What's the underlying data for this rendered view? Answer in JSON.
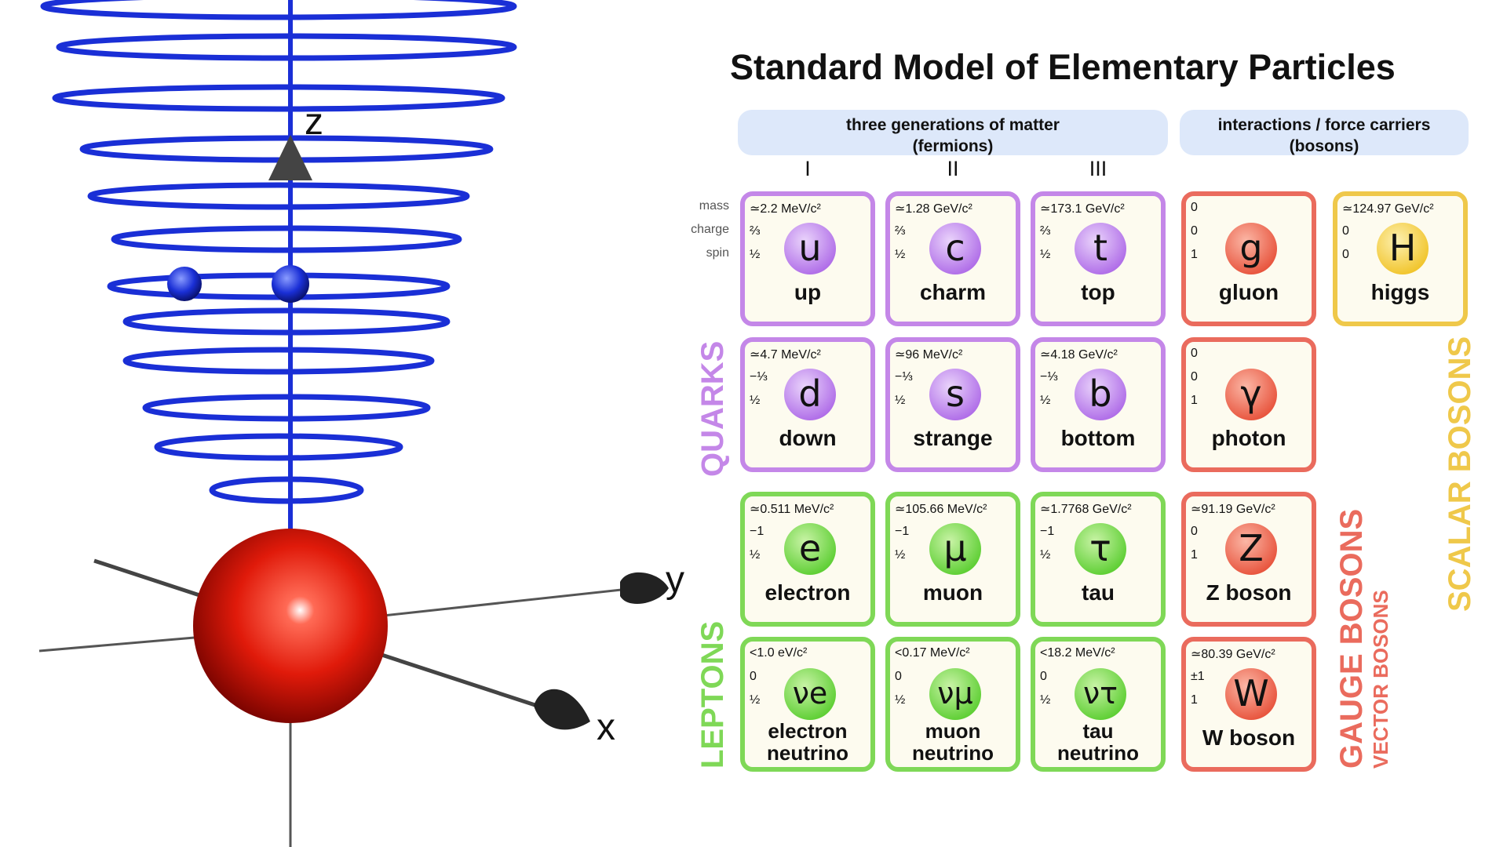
{
  "scene": {
    "axis_labels": {
      "z": "z",
      "y": "y",
      "x": "x"
    }
  },
  "title": "Standard Model of Elementary Particles",
  "headers": {
    "fermions": "three generations of matter\n(fermions)",
    "bosons": "interactions / force carriers\n(bosons)",
    "generations": [
      "I",
      "II",
      "III"
    ],
    "property_labels": [
      "mass",
      "charge",
      "spin"
    ]
  },
  "particles": [
    {
      "id": "up",
      "mass": "≃2.2 MeV/c²",
      "charge": "⅔",
      "spin": "½",
      "symbol": "u",
      "name": "up",
      "group": "quark"
    },
    {
      "id": "charm",
      "mass": "≃1.28 GeV/c²",
      "charge": "⅔",
      "spin": "½",
      "symbol": "c",
      "name": "charm",
      "group": "quark"
    },
    {
      "id": "top",
      "mass": "≃173.1 GeV/c²",
      "charge": "⅔",
      "spin": "½",
      "symbol": "t",
      "name": "top",
      "group": "quark"
    },
    {
      "id": "gluon",
      "mass": "0",
      "charge": "0",
      "spin": "1",
      "symbol": "g",
      "name": "gluon",
      "group": "gauge"
    },
    {
      "id": "higgs",
      "mass": "≃124.97 GeV/c²",
      "charge": "0",
      "spin": "0",
      "symbol": "H",
      "name": "higgs",
      "group": "scalar"
    },
    {
      "id": "down",
      "mass": "≃4.7 MeV/c²",
      "charge": "−⅓",
      "spin": "½",
      "symbol": "d",
      "name": "down",
      "group": "quark"
    },
    {
      "id": "strange",
      "mass": "≃96 MeV/c²",
      "charge": "−⅓",
      "spin": "½",
      "symbol": "s",
      "name": "strange",
      "group": "quark"
    },
    {
      "id": "bottom",
      "mass": "≃4.18 GeV/c²",
      "charge": "−⅓",
      "spin": "½",
      "symbol": "b",
      "name": "bottom",
      "group": "quark"
    },
    {
      "id": "photon",
      "mass": "0",
      "charge": "0",
      "spin": "1",
      "symbol": "γ",
      "name": "photon",
      "group": "gauge"
    },
    {
      "id": "electron",
      "mass": "≃0.511 MeV/c²",
      "charge": "−1",
      "spin": "½",
      "symbol": "e",
      "name": "electron",
      "group": "lepton"
    },
    {
      "id": "muon",
      "mass": "≃105.66 MeV/c²",
      "charge": "−1",
      "spin": "½",
      "symbol": "μ",
      "name": "muon",
      "group": "lepton"
    },
    {
      "id": "tau",
      "mass": "≃1.7768 GeV/c²",
      "charge": "−1",
      "spin": "½",
      "symbol": "τ",
      "name": "tau",
      "group": "lepton"
    },
    {
      "id": "zboson",
      "mass": "≃91.19 GeV/c²",
      "charge": "0",
      "spin": "1",
      "symbol": "Z",
      "name": "Z boson",
      "group": "gauge"
    },
    {
      "id": "nue",
      "mass": "<1.0 eV/c²",
      "charge": "0",
      "spin": "½",
      "symbol": "νe",
      "name": "electron neutrino",
      "group": "lepton"
    },
    {
      "id": "numu",
      "mass": "<0.17 MeV/c²",
      "charge": "0",
      "spin": "½",
      "symbol": "νμ",
      "name": "muon neutrino",
      "group": "lepton"
    },
    {
      "id": "nutau",
      "mass": "<18.2 MeV/c²",
      "charge": "0",
      "spin": "½",
      "symbol": "ντ",
      "name": "tau neutrino",
      "group": "lepton"
    },
    {
      "id": "wboson",
      "mass": "≃80.39 GeV/c²",
      "charge": "±1",
      "spin": "1",
      "symbol": "W",
      "name": "W boson",
      "group": "gauge"
    }
  ],
  "side_labels": {
    "quarks": "QUARKS",
    "leptons": "LEPTONS",
    "scalar_bosons": "SCALAR BOSONS",
    "gauge_bosons": "GAUGE BOSONS",
    "vector_bosons": "VECTOR BOSONS"
  },
  "colors": {
    "quark": "#c487e8",
    "lepton": "#7fd857",
    "gauge": "#ea6b5d",
    "scalar": "#efc84a",
    "helix": "#1a2fd6",
    "nucleus": "#e01a0a"
  }
}
